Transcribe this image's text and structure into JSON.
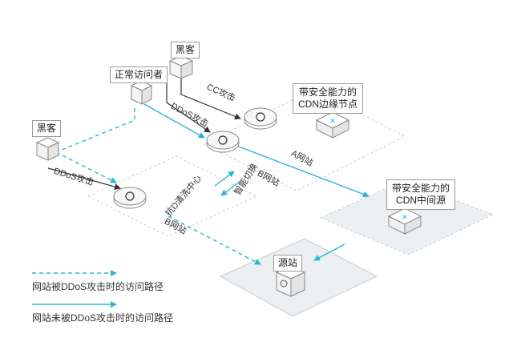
{
  "labels": {
    "hacker_top": "黑客",
    "hacker_left": "黑客",
    "normal_visitor": "正常访问者",
    "cdn_edge_line1": "带安全能力的",
    "cdn_edge_line2": "CDN边缘节点",
    "cdn_origin_line1": "带安全能力的",
    "cdn_origin_line2": "CDN中间源",
    "origin_site": "源站"
  },
  "edges": {
    "cc_attack": "CC攻击",
    "ddos_attack_top": "DDoS攻击",
    "ddos_attack_left": "DDoS攻击",
    "smart_switch": "智能切换"
  },
  "platforms": {
    "site_a": "A网站",
    "site_b_top": "B网站",
    "scrubbing_center": "抗D清洗中心",
    "site_b_bottom": "B网站"
  },
  "legend": {
    "attacked_path": "网站被DDoS攻击时的访问路径",
    "normal_path": "网站未被DDoS攻击时的访问路径"
  },
  "colors": {
    "accent": "#29b6d6",
    "dark_line": "#333333",
    "platform_fill": "#eceff1",
    "platform_border": "#c9cdd0"
  }
}
